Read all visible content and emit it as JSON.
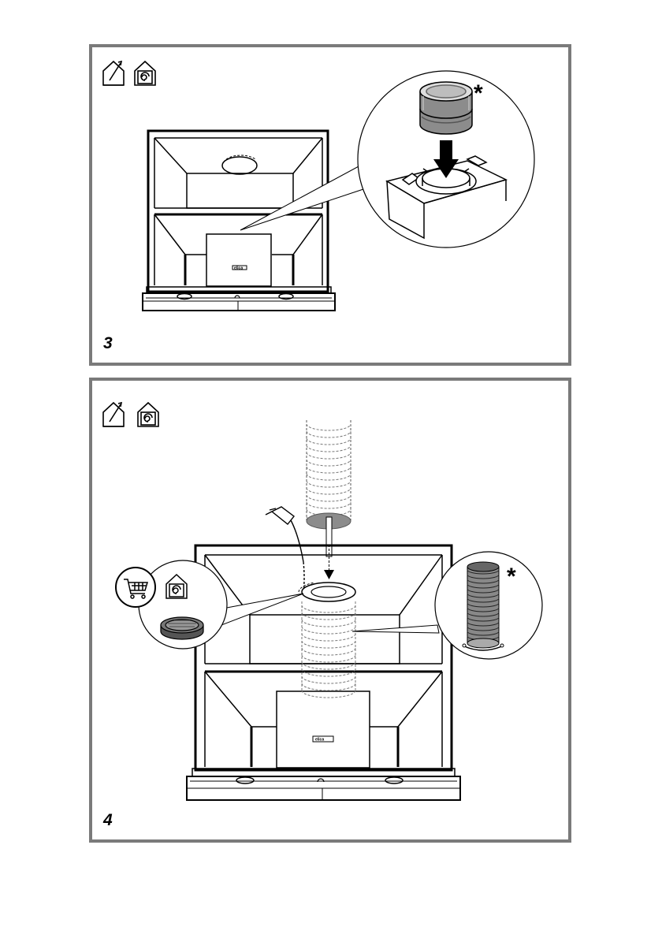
{
  "panels": [
    {
      "step": "3",
      "optional_marker": "*",
      "icons": [
        "ducted-extraction-icon",
        "recirculation-icon"
      ]
    },
    {
      "step": "4",
      "optional_marker": "*",
      "icons": [
        "ducted-extraction-icon",
        "recirculation-icon",
        "shopping-cart-icon"
      ]
    }
  ],
  "hood_brand": "elica",
  "colors": {
    "frame": "#7a7a7a",
    "line": "#000000",
    "duct_shade": "#888888"
  }
}
